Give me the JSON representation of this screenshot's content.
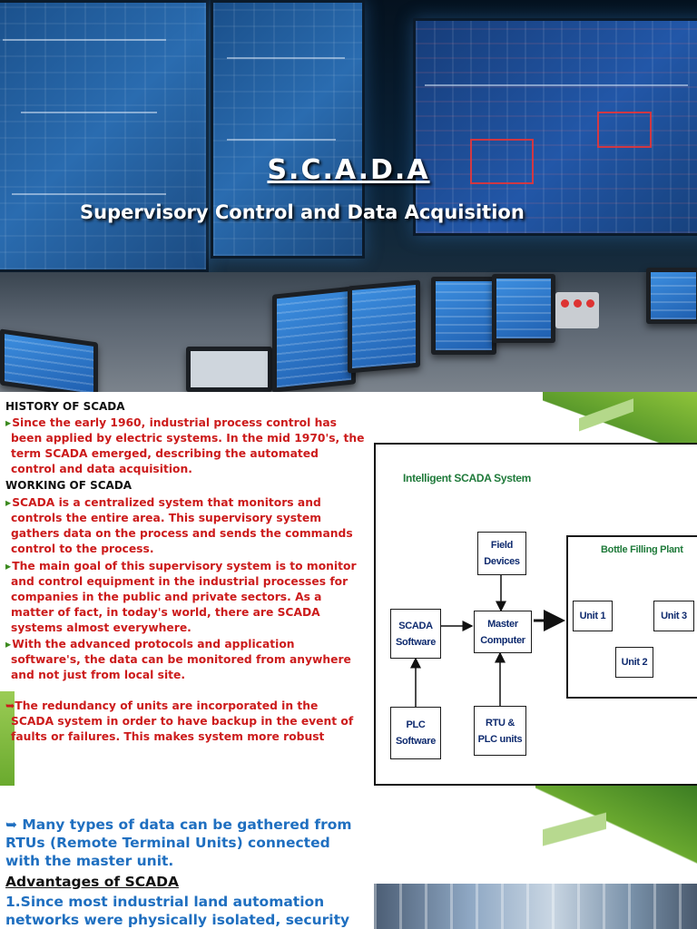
{
  "slide1": {
    "title": "S.C.A.D.A",
    "subtitle": "Supervisory Control and Data Acquisition"
  },
  "slide2": {
    "history_heading": "HISTORY OF SCADA",
    "history_bullet": [
      "Since the early 1960, industrial process control has",
      "been applied by electric systems. In the mid 1970's, the",
      "term SCADA emerged, describing the automated",
      "control and data acquisition."
    ],
    "working_heading": "WORKING OF SCADA",
    "working_bullets": [
      [
        "SCADA is a centralized system that monitors and",
        "controls the entire area. This supervisory system",
        "gathers data on the process and sends the commands",
        "control to the process."
      ],
      [
        "The main goal of this supervisory system is to monitor",
        "and control equipment in the industrial processes for",
        "companies in the public and private sectors. As a",
        "matter of fact, in today's world, there are SCADA",
        "systems almost everywhere."
      ],
      [
        "With the advanced protocols and application",
        "software's, the data can be monitored from anywhere",
        "and not just from local site."
      ]
    ],
    "redundancy": [
      "➥The redundancy of units are incorporated in the",
      "SCADA system in order to have backup in the event of",
      "faults or failures. This makes system more robust"
    ],
    "diagram": {
      "title": "Intelligent SCADA System",
      "field_devices": "Field Devices",
      "scada_software": "SCADA Software",
      "master_computer": "Master Computer",
      "plc_software": "PLC Software",
      "rtu_plc_units": "RTU & PLC units",
      "plant_title": "Bottle Filling Plant",
      "unit1": "Unit 1",
      "unit2": "Unit 2",
      "unit3": "Unit 3"
    }
  },
  "slide3": {
    "lines": [
      "➥ Many types of data can be gathered from",
      "RTUs (Remote Terminal Units) connected",
      "with the master unit."
    ],
    "advantages_heading": "Advantages of SCADA",
    "point1": [
      "1.Since most industrial land automation",
      "networks were physically isolated, security"
    ]
  }
}
